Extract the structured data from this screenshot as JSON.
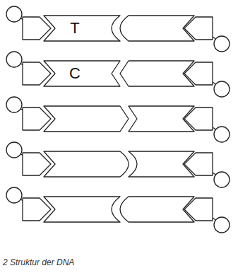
{
  "diagram": {
    "caption": "2 Struktur der DNA",
    "nodes": [
      {
        "text": [
          "T"
        ]
      },
      {
        "text": [
          "C"
        ]
      }
    ]
  }
}
